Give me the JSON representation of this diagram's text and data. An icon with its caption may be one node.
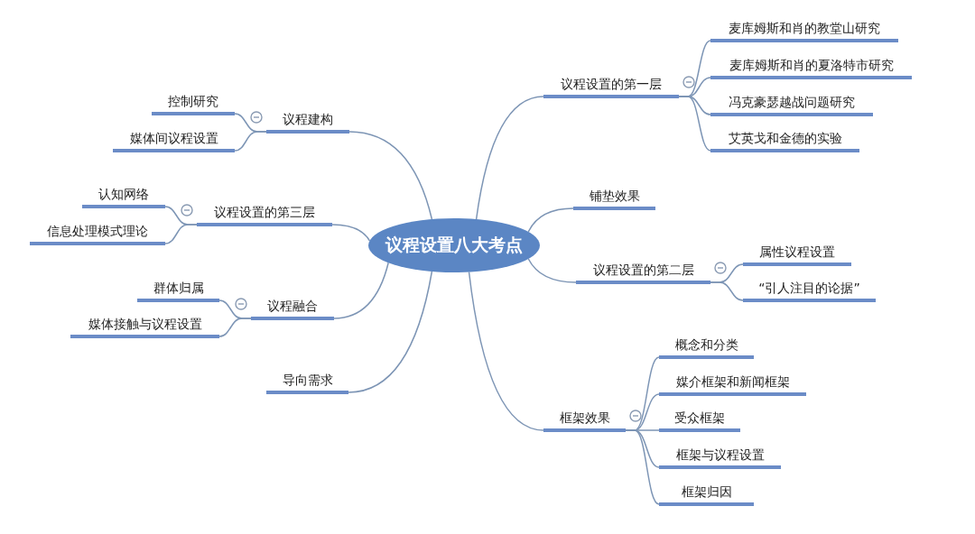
{
  "diagram": {
    "nodes": [
      {
        "text": [
          "议程设置八大考点"
        ]
      },
      {
        "text": [
          "议程设置的第一层"
        ]
      },
      {
        "text": [
          "麦库姆斯和肖的教堂山研究"
        ]
      },
      {
        "text": [
          "麦库姆斯和肖的夏洛特市研究"
        ]
      },
      {
        "text": [
          "冯克豪瑟越战问题研究"
        ]
      },
      {
        "text": [
          "艾英戈和金德的实验"
        ]
      },
      {
        "text": [
          "铺垫效果"
        ]
      },
      {
        "text": [
          "议程设置的第二层"
        ]
      },
      {
        "text": [
          "属性议程设置"
        ]
      },
      {
        "text": [
          "“引人注目的论据”"
        ]
      },
      {
        "text": [
          "框架效果"
        ]
      },
      {
        "text": [
          "概念和分类"
        ]
      },
      {
        "text": [
          "媒介框架和新闻框架"
        ]
      },
      {
        "text": [
          "受众框架"
        ]
      },
      {
        "text": [
          "框架与议程设置"
        ]
      },
      {
        "text": [
          "框架归因"
        ]
      },
      {
        "text": [
          "议程建构"
        ]
      },
      {
        "text": [
          "控制研究"
        ]
      },
      {
        "text": [
          "媒体间议程设置"
        ]
      },
      {
        "text": [
          "议程设置的第三层"
        ]
      },
      {
        "text": [
          "认知网络"
        ]
      },
      {
        "text": [
          "信息处理模式理论"
        ]
      },
      {
        "text": [
          "议程融合"
        ]
      },
      {
        "text": [
          "群体归属"
        ]
      },
      {
        "text": [
          "媒体接触与议程设置"
        ]
      },
      {
        "text": [
          "导向需求"
        ]
      }
    ],
    "edges": [
      {
        "from": 0,
        "to": 1,
        "arrow": "none"
      },
      {
        "from": 1,
        "to": 2,
        "arrow": "none"
      },
      {
        "from": 1,
        "to": 3,
        "arrow": "none"
      },
      {
        "from": 1,
        "to": 4,
        "arrow": "none"
      },
      {
        "from": 1,
        "to": 5,
        "arrow": "none"
      },
      {
        "from": 0,
        "to": 6,
        "arrow": "none"
      },
      {
        "from": 0,
        "to": 7,
        "arrow": "none"
      },
      {
        "from": 7,
        "to": 8,
        "arrow": "none"
      },
      {
        "from": 7,
        "to": 9,
        "arrow": "none"
      },
      {
        "from": 0,
        "to": 10,
        "arrow": "none"
      },
      {
        "from": 10,
        "to": 11,
        "arrow": "none"
      },
      {
        "from": 10,
        "to": 12,
        "arrow": "none"
      },
      {
        "from": 10,
        "to": 13,
        "arrow": "none"
      },
      {
        "from": 10,
        "to": 14,
        "arrow": "none"
      },
      {
        "from": 10,
        "to": 15,
        "arrow": "none"
      },
      {
        "from": 0,
        "to": 16,
        "arrow": "none"
      },
      {
        "from": 16,
        "to": 17,
        "arrow": "none"
      },
      {
        "from": 16,
        "to": 18,
        "arrow": "none"
      },
      {
        "from": 0,
        "to": 19,
        "arrow": "none"
      },
      {
        "from": 19,
        "to": 20,
        "arrow": "none"
      },
      {
        "from": 19,
        "to": 21,
        "arrow": "none"
      },
      {
        "from": 0,
        "to": 22,
        "arrow": "none"
      },
      {
        "from": 22,
        "to": 23,
        "arrow": "none"
      },
      {
        "from": 22,
        "to": 24,
        "arrow": "none"
      },
      {
        "from": 0,
        "to": 25,
        "arrow": "none"
      }
    ]
  }
}
